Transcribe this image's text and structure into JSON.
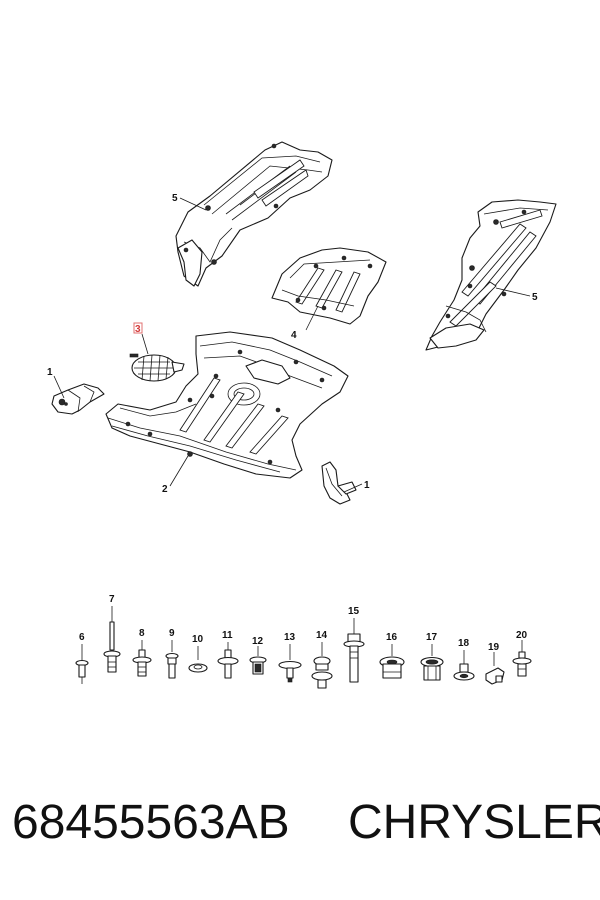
{
  "callouts": {
    "c1a": "1",
    "c1b": "1",
    "c2": "2",
    "c3": "3",
    "c4": "4",
    "c5a": "5",
    "c5b": "5",
    "f6": "6",
    "f7": "7",
    "f8": "8",
    "f9": "9",
    "f10": "10",
    "f11": "11",
    "f12": "12",
    "f13": "13",
    "f14": "14",
    "f15": "15",
    "f16": "16",
    "f17": "17",
    "f18": "18",
    "f19": "19",
    "f20": "20"
  },
  "highlight_color": "#d43b3b",
  "footer": {
    "part_number": "68455563AB",
    "brand": "CHRYSLER"
  }
}
